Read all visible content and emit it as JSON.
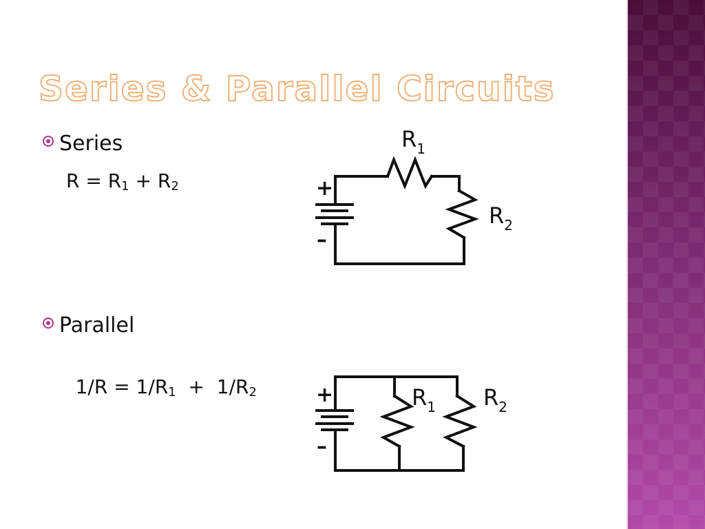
{
  "title": "Series & Parallel Circuits",
  "series": {
    "bullet": "Series",
    "formula": {
      "lhs": "R = R",
      "s1": "1",
      "mid": " + R",
      "s2": "2"
    },
    "labels": {
      "r1_base": "R",
      "r1_sub": "1",
      "r2_base": "R",
      "r2_sub": "2"
    }
  },
  "parallel": {
    "bullet": "Parallel",
    "formula": {
      "lhs": "1/R = 1/R",
      "s1": "1",
      "mid": "  +  1/R",
      "s2": "2"
    },
    "labels": {
      "r1_base": "R",
      "r1_sub": "1",
      "r2_base": "R",
      "r2_sub": "2"
    }
  },
  "battery": {
    "plus": "+",
    "minus": "–"
  },
  "colors": {
    "accent": "#b0348f",
    "title_outline": "#f0b27a",
    "sidebar": "#7a2a6e"
  }
}
